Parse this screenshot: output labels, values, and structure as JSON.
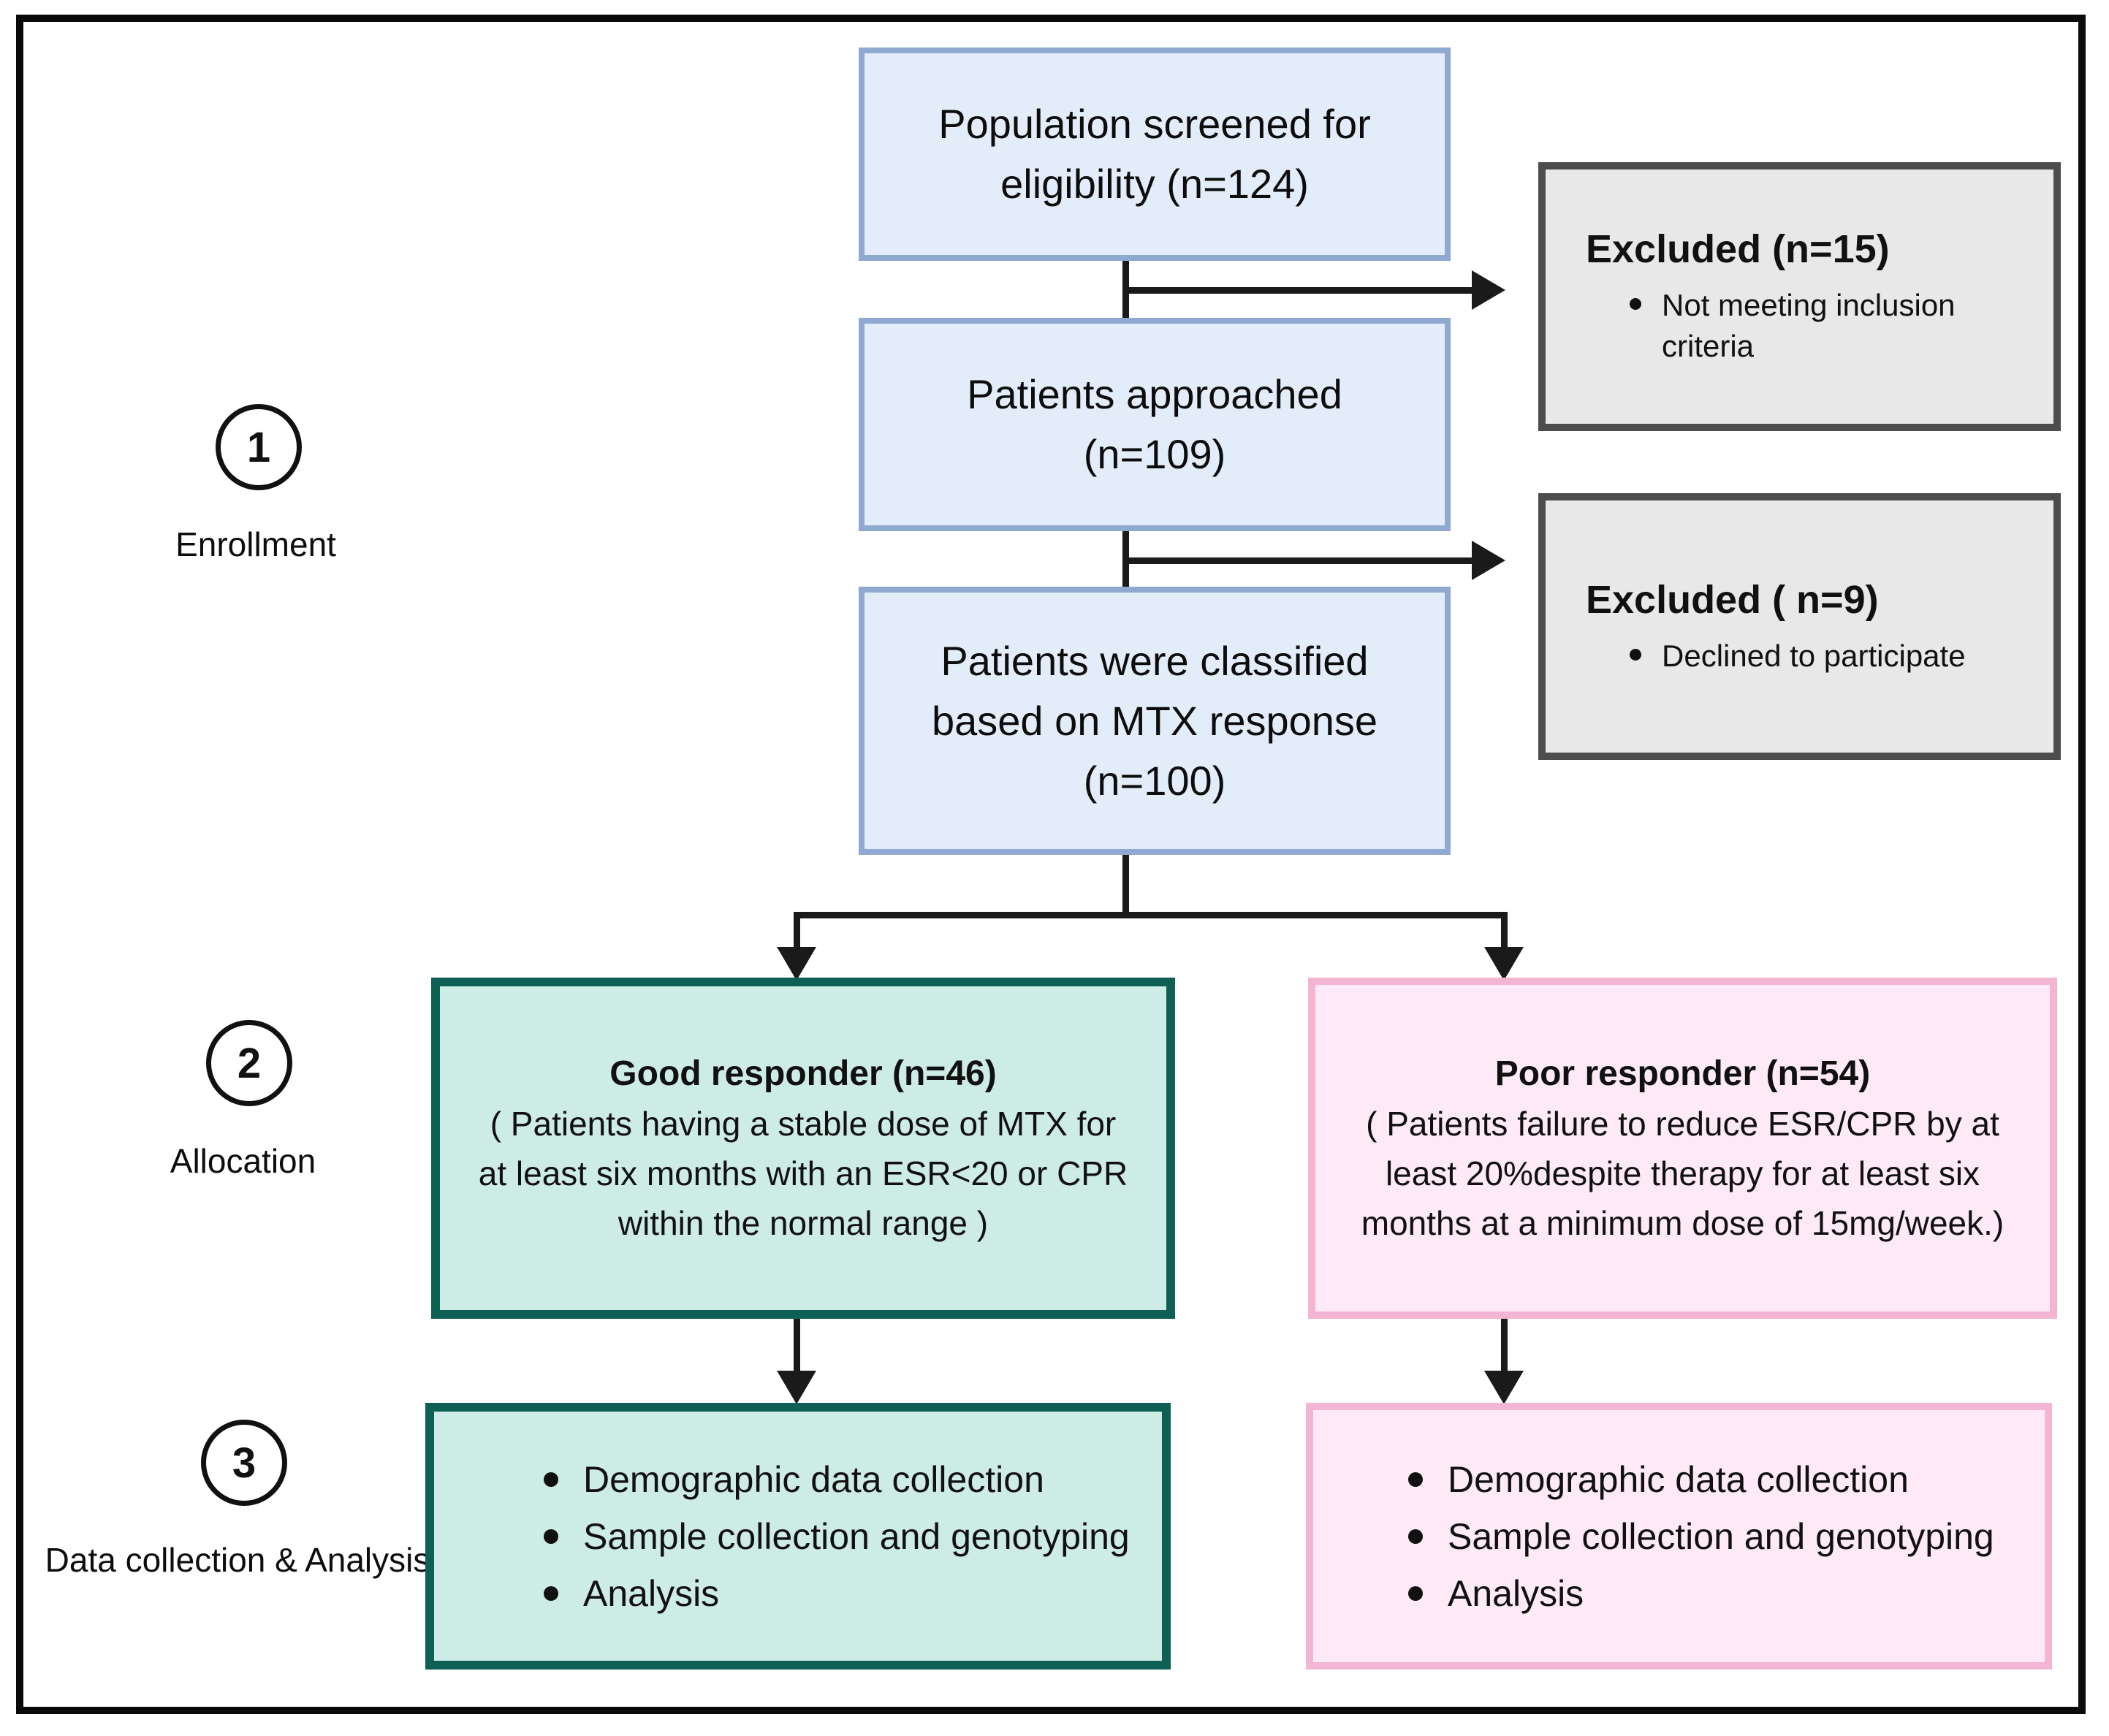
{
  "diagram": {
    "stages": [
      {
        "number": "1",
        "label": "Enrollment"
      },
      {
        "number": "2",
        "label": "Allocation"
      },
      {
        "number": "3",
        "label": "Data collection & Analysis"
      }
    ],
    "boxes": {
      "screened": {
        "text": "Population screened for\neligibility (n=124)"
      },
      "approached": {
        "text": "Patients approached\n(n=109)"
      },
      "classified": {
        "text": "Patients were classified\nbased on MTX response\n(n=100)"
      },
      "excluded1": {
        "title": "Excluded (n=15)",
        "bullets": [
          "Not meeting inclusion\ncriteria"
        ]
      },
      "excluded2": {
        "title": "Excluded ( n=9)",
        "bullets": [
          "Declined to participate"
        ]
      },
      "good_responder": {
        "title": "Good responder (n=46)",
        "body": "( Patients having a stable dose of MTX for\nat least six months with an ESR<20 or CPR\nwithin the normal range )"
      },
      "poor_responder": {
        "title": "Poor responder (n=54)",
        "body": "( Patients failure to reduce ESR/CPR by at\nleast 20%despite therapy for at least six\nmonths at a minimum dose of 15mg/week.)"
      },
      "good_data": {
        "bullets": [
          "Demographic data collection",
          "Sample collection and genotyping",
          "Analysis"
        ]
      },
      "poor_data": {
        "bullets": [
          "Demographic data collection",
          "Sample collection and genotyping",
          "Analysis"
        ]
      }
    },
    "colors": {
      "blue_fill": "#e3edf9",
      "blue_border": "#8fa9d0",
      "gray_fill": "#e8e8e8",
      "gray_border": "#4d4d4d",
      "green_fill": "#cdece5",
      "green_border": "#0f6054",
      "pink_fill": "#fdeaf6",
      "pink_border": "#f3b5d3",
      "line": "#1a1a1a"
    }
  }
}
